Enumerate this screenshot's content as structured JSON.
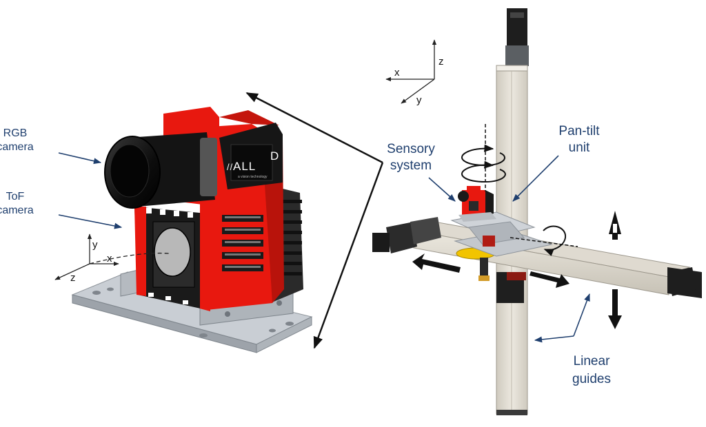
{
  "labels": {
    "rgb_camera": [
      "RGB",
      "camera"
    ],
    "tof_camera": [
      "ToF",
      "camera"
    ],
    "sensory_system": [
      "Sensory",
      "system"
    ],
    "pan_tilt_unit": [
      "Pan-tilt",
      "unit"
    ],
    "linear_guides": [
      "Linear",
      "guides"
    ]
  },
  "camera_axes": {
    "x": "x",
    "y": "y",
    "z": "z"
  },
  "robot_axes": {
    "x": "x",
    "y": "y",
    "z": "z"
  },
  "logo": {
    "text": "ALL",
    "suffix": "D",
    "subtext": "a vision technology"
  },
  "colors": {
    "label_text": "#1f3f6e",
    "housing_red": "#e8180f",
    "guide_beige": "#e6e1d6",
    "mount_grey": "#b7bcc2"
  }
}
